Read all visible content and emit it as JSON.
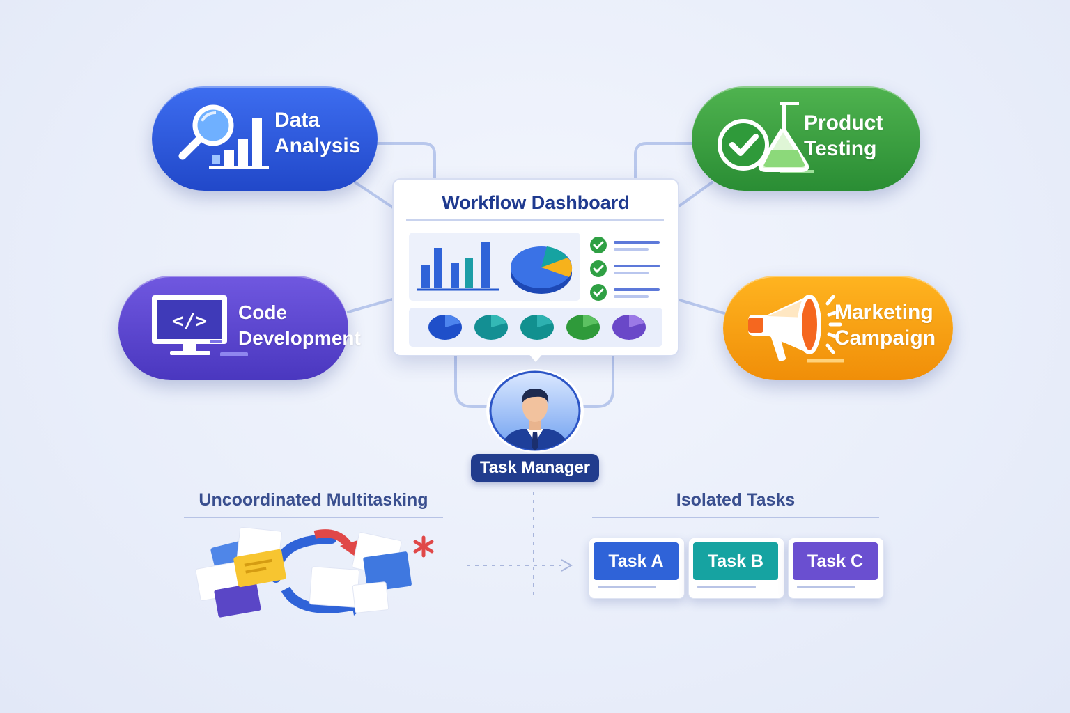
{
  "nodes": {
    "data_analysis": {
      "line1": "Data",
      "line2": "Analysis",
      "icon": "magnifier-bar-chart-icon",
      "color": "#2f5bdc"
    },
    "product_testing": {
      "line1": "Product",
      "line2": "Testing",
      "icon": "flask-check-icon",
      "color": "#3aa044"
    },
    "code_development": {
      "line1": "Code",
      "line2": "Development",
      "icon": "monitor-code-icon",
      "color": "#5a44cf"
    },
    "marketing_campaign": {
      "line1": "Marketing",
      "line2": "Campaign",
      "icon": "megaphone-icon",
      "color": "#f7a114"
    }
  },
  "dashboard": {
    "title": "Workflow Dashboard",
    "icons": [
      "bar-chart-icon",
      "pie-chart-icon",
      "checklist-icon",
      "status-dots-icon"
    ]
  },
  "manager": {
    "label": "Task Manager",
    "icon": "person-avatar-icon"
  },
  "sections": {
    "uncoordinated": {
      "title": "Uncoordinated Multitasking",
      "icon": "scattered-papers-cycle-icon"
    },
    "isolated": {
      "title": "Isolated Tasks"
    }
  },
  "tasks": [
    {
      "label": "Task A",
      "color": "#2f63d8"
    },
    {
      "label": "Task B",
      "color": "#16a3a1"
    },
    {
      "label": "Task C",
      "color": "#6a4fd0"
    }
  ]
}
